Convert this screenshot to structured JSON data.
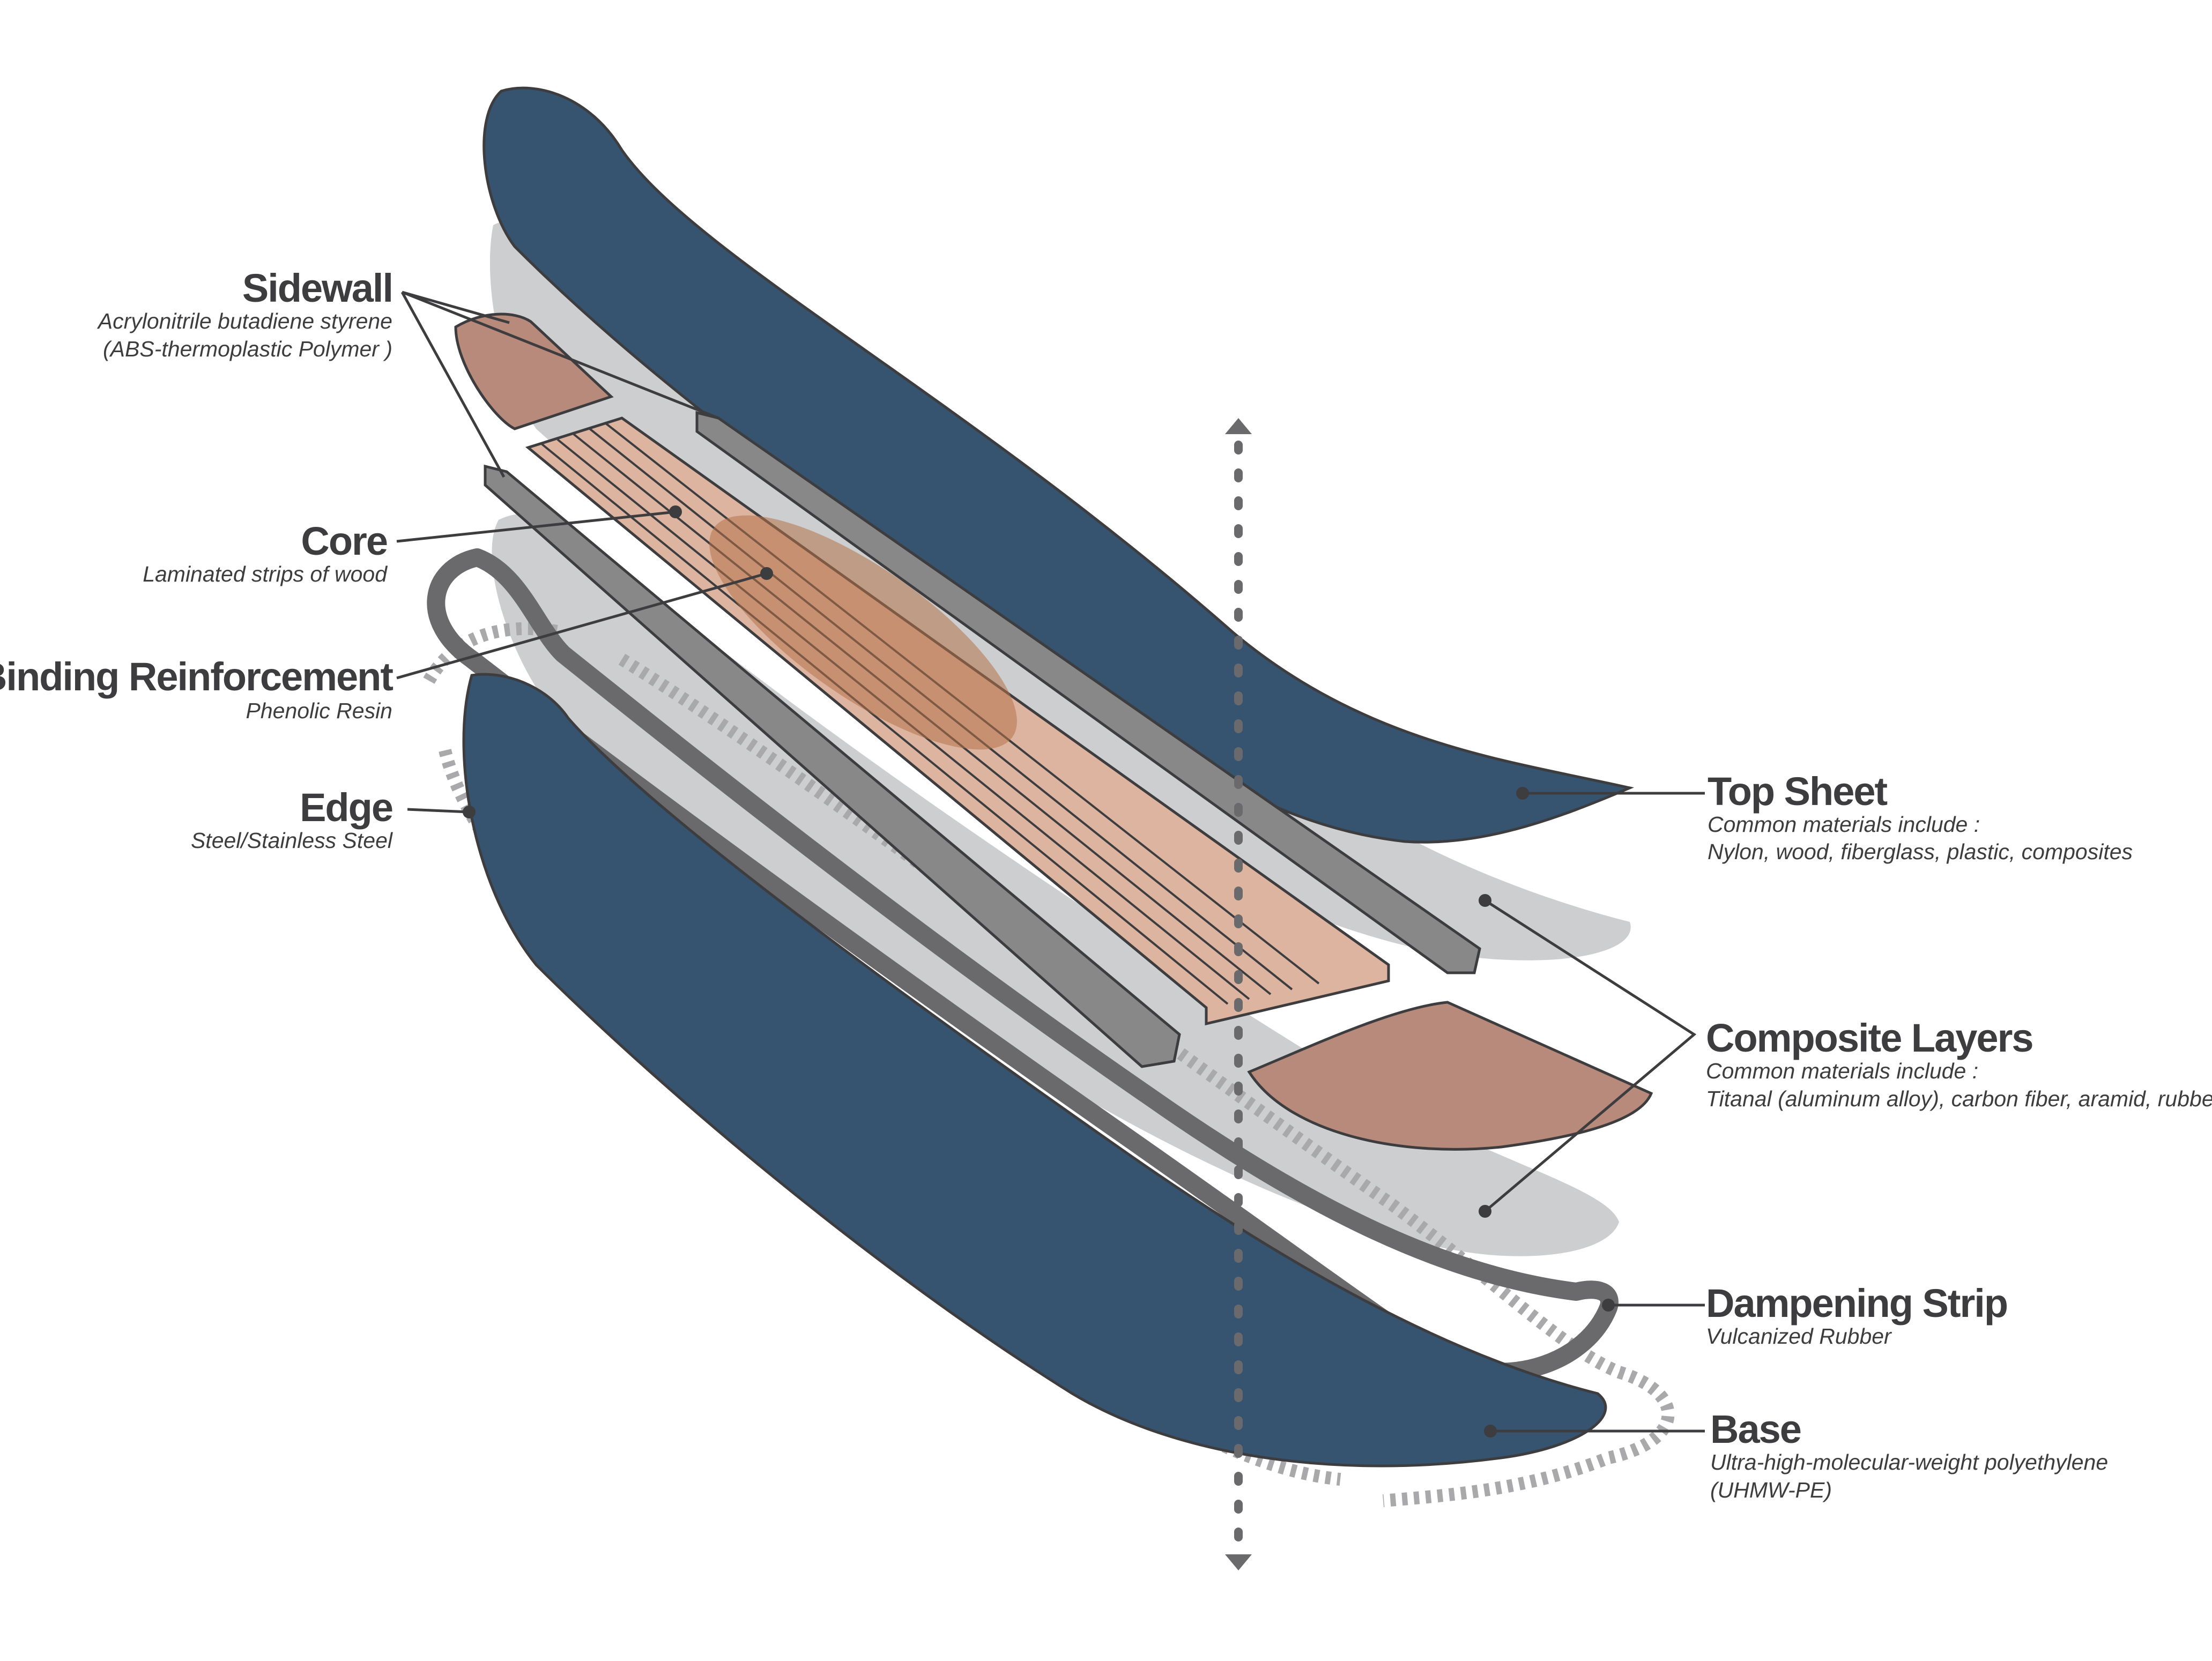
{
  "labels": {
    "sidewall": {
      "title": "Sidewall",
      "line1": "Acrylonitrile butadiene styrene",
      "line2": "(ABS-thermoplastic Polymer )"
    },
    "core": {
      "title": "Core",
      "line1": "Laminated strips of wood"
    },
    "binding": {
      "title": "Binding Reinforcement",
      "line1": "Phenolic Resin"
    },
    "edge": {
      "title": "Edge",
      "line1": "Steel/Stainless Steel"
    },
    "top_sheet": {
      "title": "Top Sheet",
      "line1": "Common materials include :",
      "line2": "Nylon, wood, fiberglass, plastic, composites"
    },
    "composite": {
      "title": "Composite Layers",
      "line1": "Common materials include :",
      "line2": "Titanal (aluminum alloy), carbon fiber, aramid, rubber"
    },
    "dampening": {
      "title": "Dampening Strip",
      "line1": "Vulcanized Rubber"
    },
    "base": {
      "title": "Base",
      "line1": "Ultra-high-molecular-weight polyethylene",
      "line2": "(UHMW-PE)"
    }
  },
  "colors": {
    "top_sheet": "#36536f",
    "base": "#36536f",
    "composite": "#c4c5c7",
    "core_light": "#dcb49f",
    "core_strip_dark": "#b88a7b",
    "binding_reinforcement": "#b5734b",
    "sidewall": "#888889",
    "dampening_strip": "#6a6a6c",
    "edge_dashes": "#a9a9ab",
    "outline": "#3d3d3f",
    "text": "#3d3d3f"
  },
  "icons": {
    "axis": "vertical-double-arrow-icon"
  }
}
